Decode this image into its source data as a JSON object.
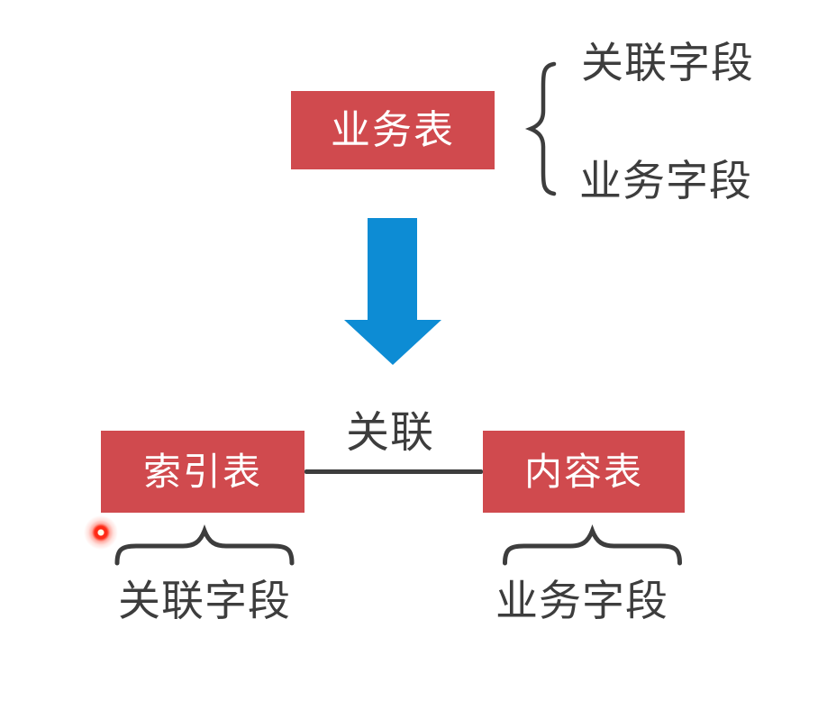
{
  "diagram": {
    "top": {
      "table_label": "业务表",
      "fields": [
        {
          "label": "关联字段"
        },
        {
          "label": "业务字段"
        }
      ]
    },
    "bottom": {
      "relation_label": "关联",
      "left": {
        "table_label": "索引表",
        "field_label": "关联字段"
      },
      "right": {
        "table_label": "内容表",
        "field_label": "业务字段"
      }
    },
    "colors": {
      "table_box_red": "#d04a4e",
      "arrow_blue": "#0d8cd4",
      "ink_dark_gray": "#3d3d3d",
      "laser_pointer_red": "#ff2613",
      "background": "#ffffff"
    }
  }
}
